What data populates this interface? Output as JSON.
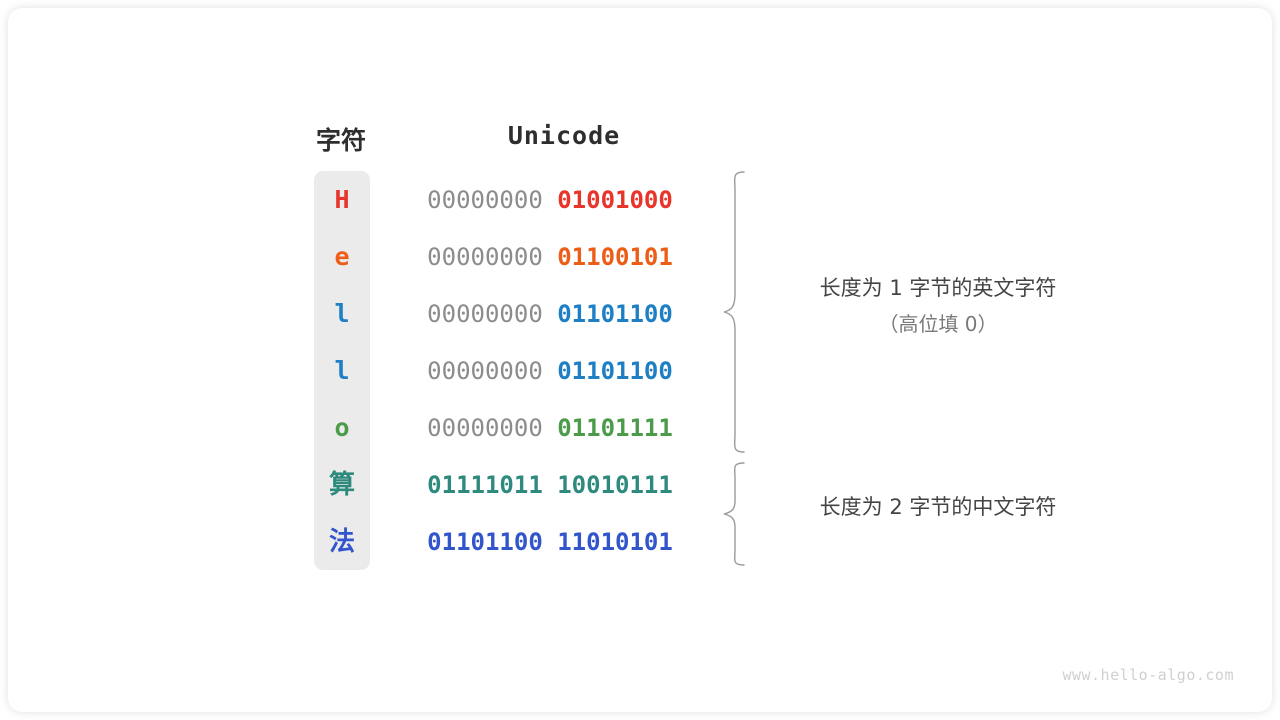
{
  "diagram": {
    "headers": {
      "char": "字符",
      "encoding": "Unicode"
    },
    "rows": [
      {
        "char": "H",
        "color": "#e8342a",
        "pad": "00000000 ",
        "bits": "01001000",
        "bits_color": "#e8342a",
        "padded": true
      },
      {
        "char": "e",
        "color": "#ec5e18",
        "pad": "00000000 ",
        "bits": "01100101",
        "bits_color": "#ec5e18",
        "padded": true
      },
      {
        "char": "l",
        "color": "#1f7fc4",
        "pad": "00000000 ",
        "bits": "01101100",
        "bits_color": "#1f7fc4",
        "padded": true
      },
      {
        "char": "l",
        "color": "#1f7fc4",
        "pad": "00000000 ",
        "bits": "01101100",
        "bits_color": "#1f7fc4",
        "padded": true
      },
      {
        "char": "o",
        "color": "#4b9b4b",
        "pad": "00000000 ",
        "bits": "01101111",
        "bits_color": "#4b9b4b",
        "padded": true
      },
      {
        "char": "算",
        "color": "#2f8a7e",
        "pad": "",
        "bits": "01111011 10010111",
        "bits_color": "#2f8a7e",
        "padded": false
      },
      {
        "char": "法",
        "color": "#3355cc",
        "pad": "",
        "bits": "01101100 11010101",
        "bits_color": "#3355cc",
        "padded": false
      }
    ],
    "annotations": [
      {
        "line1": "长度为 1 字节的英文字符",
        "line2": "（高位填 0）"
      },
      {
        "line1": "长度为 2 字节的中文字符",
        "line2": ""
      }
    ],
    "watermark": "www.hello-algo.com",
    "colors": {
      "panel_bg": "#ebebeb",
      "pad_gray": "#8c8c8c",
      "brace_gray": "#9a9a9a",
      "header_text": "#2e2e2e"
    }
  }
}
